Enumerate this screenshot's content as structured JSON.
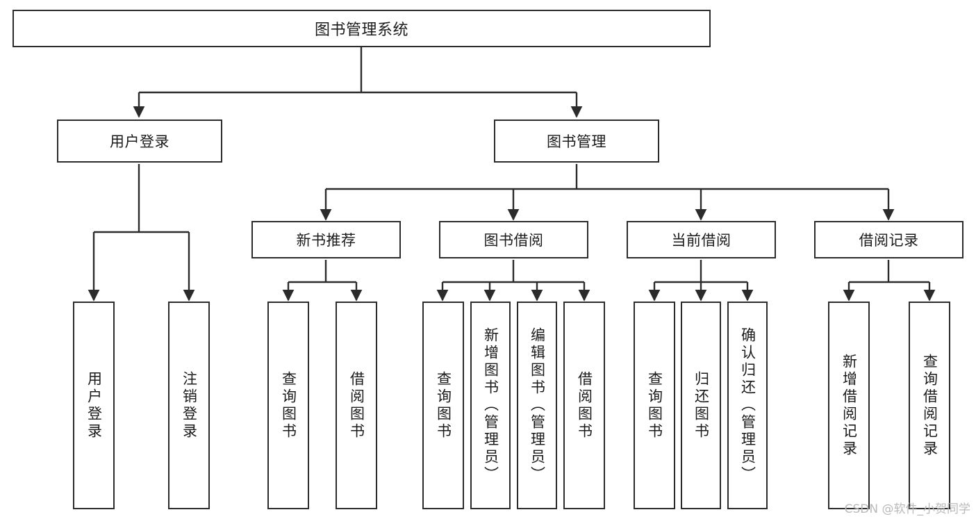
{
  "diagram": {
    "title": "图书管理系统",
    "type": "tree-hierarchy-chart",
    "watermark": "CSDN @软件_小贺同学",
    "colors": {
      "box_border": "#2b2b2b",
      "box_fill": "#ffffff",
      "connector": "#2b2b2b",
      "text": "#1a1a1a",
      "watermark": "#b9b9b9",
      "background": "#ffffff"
    }
  },
  "nodes": {
    "root": {
      "label": "图书管理系统"
    },
    "level1": [
      {
        "id": "user-login",
        "label": "用户登录"
      },
      {
        "id": "book-management",
        "label": "图书管理"
      }
    ],
    "level2": [
      {
        "id": "new-book-recommend",
        "label": "新书推荐"
      },
      {
        "id": "book-borrow",
        "label": "图书借阅"
      },
      {
        "id": "current-borrow",
        "label": "当前借阅"
      },
      {
        "id": "borrow-record",
        "label": "借阅记录"
      }
    ],
    "leaves": {
      "user-login": [
        {
          "id": "leaf-user-login",
          "label": "用户登录"
        },
        {
          "id": "leaf-user-logout",
          "label": "注销登录"
        }
      ],
      "new-book-recommend": [
        {
          "id": "leaf-query-book-1",
          "label": "查询图书"
        },
        {
          "id": "leaf-borrow-book-1",
          "label": "借阅图书"
        }
      ],
      "book-borrow": [
        {
          "id": "leaf-query-book-2",
          "label": "查询图书"
        },
        {
          "id": "leaf-add-book",
          "label": "新增图书（管理员）"
        },
        {
          "id": "leaf-edit-book",
          "label": "编辑图书（管理员）"
        },
        {
          "id": "leaf-borrow-book-2",
          "label": "借阅图书"
        }
      ],
      "current-borrow": [
        {
          "id": "leaf-query-book-3",
          "label": "查询图书"
        },
        {
          "id": "leaf-return-book",
          "label": "归还图书"
        },
        {
          "id": "leaf-confirm-return",
          "label": "确认归还（管理员）"
        }
      ],
      "borrow-record": [
        {
          "id": "leaf-add-record",
          "label": "新增借阅记录"
        },
        {
          "id": "leaf-query-record",
          "label": "查询借阅记录"
        }
      ]
    }
  }
}
